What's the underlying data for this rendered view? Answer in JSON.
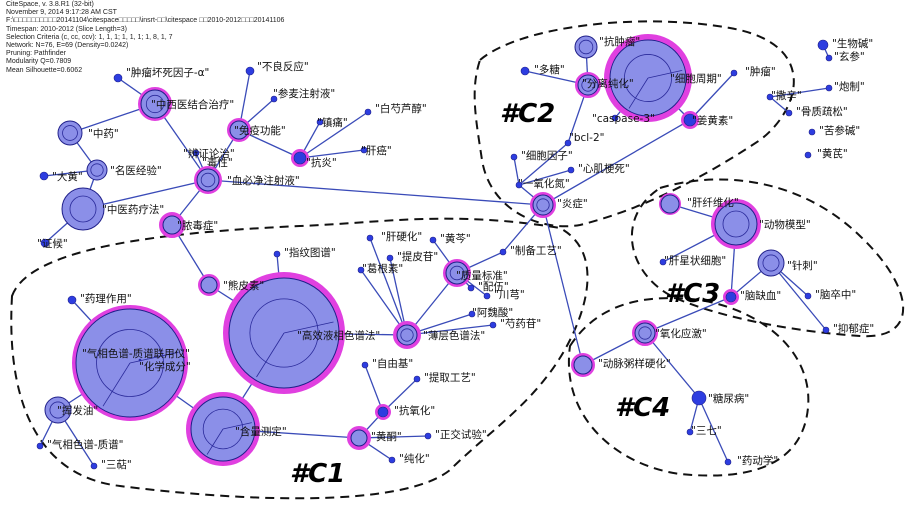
{
  "header": {
    "lines": [
      "CiteSpace, v. 3.8.R1 (32-bit)",
      "November 9, 2014 9:17:28 AM CST",
      "F:\\□□□□□□□□□□20141104\\citespace□□□□□\\insrt-□□\\citespace □□2010-2012□□□20141106",
      "Timespan: 2010-2012 (Slice Length=3)",
      "Selection Criteria (c, cc, ccv): 1, 1, 1; 1, 1, 1; 1, 8, 1, 7",
      "Network: N=76, E=69 (Density=0.0242)",
      "Pruning: Pathfinder",
      "Modularity Q=0.7809",
      "Mean Silhouette=0.6062"
    ]
  },
  "clusters": [
    {
      "id": "c1",
      "label": "#C1"
    },
    {
      "id": "c2",
      "label": "#C2"
    },
    {
      "id": "c3",
      "label": "#C3"
    },
    {
      "id": "c4",
      "label": "#C4"
    }
  ],
  "nodes": [
    {
      "id": "n01",
      "label": "\"肿瘤坏死因子-α\""
    },
    {
      "id": "n02",
      "label": "\"中西医结合治疗\""
    },
    {
      "id": "n03",
      "label": "\"中药\""
    },
    {
      "id": "n04",
      "label": "\"大黄\""
    },
    {
      "id": "n05",
      "label": "\"名医经验\""
    },
    {
      "id": "n06",
      "label": "\"辨证论治\""
    },
    {
      "id": "n07",
      "label": "\"中医药疗法\""
    },
    {
      "id": "n08",
      "label": "\"证候\""
    },
    {
      "id": "n09",
      "label": "\"毒性\""
    },
    {
      "id": "n10",
      "label": "\"血必净注射液\""
    },
    {
      "id": "n11",
      "label": "\"脓毒症\""
    },
    {
      "id": "n12",
      "label": "\"不良反应\""
    },
    {
      "id": "n13",
      "label": "\"参麦注射液\""
    },
    {
      "id": "n14",
      "label": "\"免疫功能\""
    },
    {
      "id": "n15",
      "label": "\"镇痛\""
    },
    {
      "id": "n16",
      "label": "\"抗炎\""
    },
    {
      "id": "n17",
      "label": "\"白芍芦醇\""
    },
    {
      "id": "n18",
      "label": "\"肝癌\""
    },
    {
      "id": "n19",
      "label": "\"抗肿瘤\""
    },
    {
      "id": "n20",
      "label": "\"多糖\""
    },
    {
      "id": "n21",
      "label": "\"分离纯化\""
    },
    {
      "id": "n22",
      "label": "\"细胞周期\""
    },
    {
      "id": "n23",
      "label": "\"肿瘤\""
    },
    {
      "id": "n24",
      "label": "\"caspase-3\""
    },
    {
      "id": "n25",
      "label": "\"姜黄素\""
    },
    {
      "id": "n26",
      "label": "\"bcl-2\""
    },
    {
      "id": "n27",
      "label": "\"细胞因子\""
    },
    {
      "id": "n28",
      "label": "\"心肌梗死\""
    },
    {
      "id": "n29",
      "label": "\"一氧化氮\""
    },
    {
      "id": "n30",
      "label": "\"炎症\""
    },
    {
      "id": "n31",
      "label": "\"生物碱\""
    },
    {
      "id": "n32",
      "label": "\"玄参\""
    },
    {
      "id": "n33",
      "label": "\"撒辛\""
    },
    {
      "id": "n34",
      "label": "\"炮制\""
    },
    {
      "id": "n35",
      "label": "\"骨质疏松\""
    },
    {
      "id": "n36",
      "label": "\"苦参碱\""
    },
    {
      "id": "n37",
      "label": "\"黄芪\""
    },
    {
      "id": "n38",
      "label": "\"肝纤维化\""
    },
    {
      "id": "n39",
      "label": "\"动物模型\""
    },
    {
      "id": "n40",
      "label": "\"肝星状细胞\""
    },
    {
      "id": "n41",
      "label": "\"针刺\""
    },
    {
      "id": "n42",
      "label": "\"脑卒中\""
    },
    {
      "id": "n43",
      "label": "\"脑缺血\""
    },
    {
      "id": "n44",
      "label": "\"抑郁症\""
    },
    {
      "id": "n45",
      "label": "\"氧化应激\""
    },
    {
      "id": "n46",
      "label": "\"动脉粥样硬化\""
    },
    {
      "id": "n47",
      "label": "\"糖尿病\""
    },
    {
      "id": "n48",
      "label": "\"三七\""
    },
    {
      "id": "n49",
      "label": "\"药动学\""
    },
    {
      "id": "n50",
      "label": "\"指纹图谱\""
    },
    {
      "id": "n51",
      "label": "\"肝硬化\""
    },
    {
      "id": "n52",
      "label": "\"黄芩\""
    },
    {
      "id": "n53",
      "label": "\"制备工艺\""
    },
    {
      "id": "n54",
      "label": "\"提皮苷\""
    },
    {
      "id": "n55",
      "label": "\"葛根素\""
    },
    {
      "id": "n56",
      "label": "\"质量标准\""
    },
    {
      "id": "n57",
      "label": "\"配伍\""
    },
    {
      "id": "n58",
      "label": "\"川芎\""
    },
    {
      "id": "n59",
      "label": "\"阿魏酸\""
    },
    {
      "id": "n60",
      "label": "\"芍药苷\""
    },
    {
      "id": "n61",
      "label": "\"薄层色谱法\""
    },
    {
      "id": "n62",
      "label": "\"药理作用\""
    },
    {
      "id": "n63",
      "label": "\"熊皮素\""
    },
    {
      "id": "n64",
      "label": "\"高效液相色谱法\""
    },
    {
      "id": "n65",
      "label": "\"气相色谱-质谱联用仪\""
    },
    {
      "id": "n66",
      "label": "\"化学成分\""
    },
    {
      "id": "n67",
      "label": "\"挥发油\""
    },
    {
      "id": "n68",
      "label": "\"气相色谱-质谱\""
    },
    {
      "id": "n69",
      "label": "\"三萜\""
    },
    {
      "id": "n70",
      "label": "\"含量测定\""
    },
    {
      "id": "n71",
      "label": "\"自由基\""
    },
    {
      "id": "n72",
      "label": "\"提取工艺\""
    },
    {
      "id": "n73",
      "label": "\"抗氧化\""
    },
    {
      "id": "n74",
      "label": "\"黄酮\""
    },
    {
      "id": "n75",
      "label": "\"正交试验\""
    },
    {
      "id": "n76",
      "label": "\"纯化\""
    }
  ]
}
